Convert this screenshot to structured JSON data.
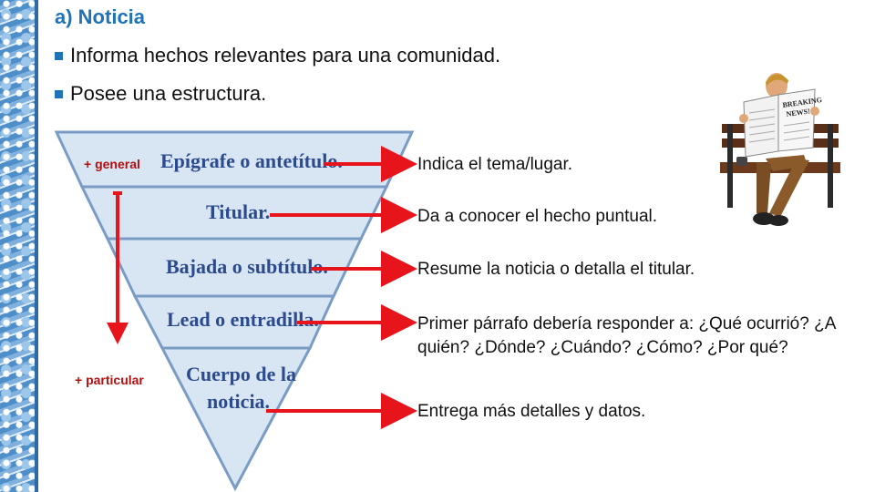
{
  "slide": {
    "title": "a) Noticia",
    "bullets": [
      "Informa hechos relevantes para una comunidad.",
      "Posee una estructura."
    ]
  },
  "pyramid": {
    "levels": [
      {
        "label": "Epígrafe o antetítulo.",
        "description": "Indica el tema/lugar."
      },
      {
        "label": "Titular.",
        "description": "Da a conocer el hecho puntual."
      },
      {
        "label": "Bajada o subtítulo.",
        "description": "Resume la noticia o detalla el titular."
      },
      {
        "label": "Lead o entradilla.",
        "description": "Primer párrafo debería responder a: ¿Qué ocurrió? ¿A quién? ¿Dónde? ¿Cuándo? ¿Cómo? ¿Por qué?"
      },
      {
        "label_line1": "Cuerpo de la",
        "label_line2": "noticia.",
        "description": "Entrega más detalles y datos."
      }
    ],
    "scale": {
      "top": "+ general",
      "bottom": "+ particular"
    }
  },
  "illustration": {
    "newspaper_text_1": "BREAKING",
    "newspaper_text_2": "NEWS!"
  },
  "colors": {
    "accent": "#1f73b7",
    "arrow": "#e8141c",
    "pyramid_fill": "#d8e6f3",
    "pyramid_stroke": "#7a9cc4",
    "label": "#2c4a8e"
  }
}
